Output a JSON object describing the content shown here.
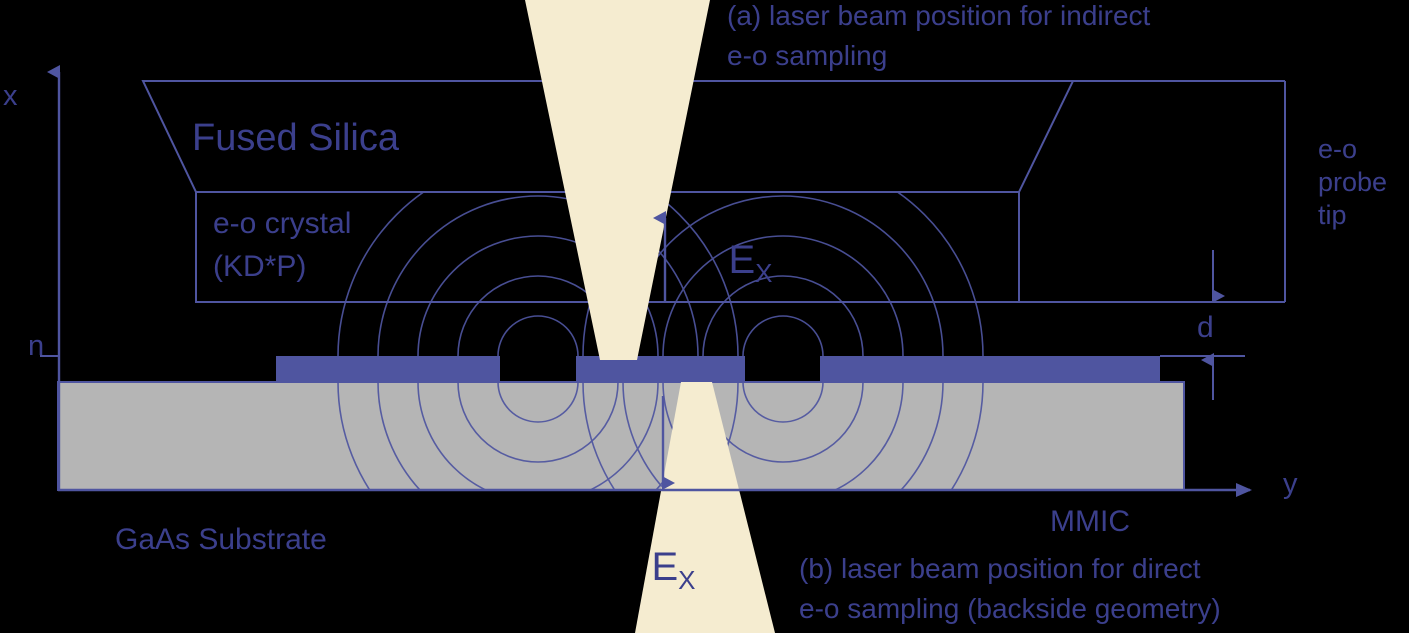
{
  "figure": {
    "type": "cross-section-schematic",
    "subject": "Electro-optic probe tip over MMIC coplanar waveguide",
    "background_color": "#000000",
    "line_color": "#4f55a0",
    "text_color": "#3b3f8c",
    "metal_color": "#4f55a0",
    "substrate_color": "#b5b5b5",
    "beam_color": "#f5ecd0"
  },
  "axes": {
    "vertical_label": "x",
    "horizontal_label": "y",
    "origin_marker_label": "n"
  },
  "layers": {
    "fused_silica": "Fused Silica",
    "eo_crystal_line1": "e-o crystal",
    "eo_crystal_line2": "(KD*P)",
    "substrate": "GaAs Substrate",
    "circuit": "MMIC"
  },
  "annotations": {
    "probe_tip_line1": "e-o",
    "probe_tip_line2": "probe",
    "probe_tip_line3": "tip",
    "gap_dimension": "d",
    "field_upper_symbol": "E",
    "field_upper_subscript": "X",
    "field_lower_symbol": "E",
    "field_lower_subscript": "X"
  },
  "captions": {
    "a_line1": "(a) laser beam position for indirect",
    "a_line2": "e-o sampling",
    "b_line1": "(b) laser beam position for direct",
    "b_line2": "e-o sampling (backside geometry)"
  }
}
